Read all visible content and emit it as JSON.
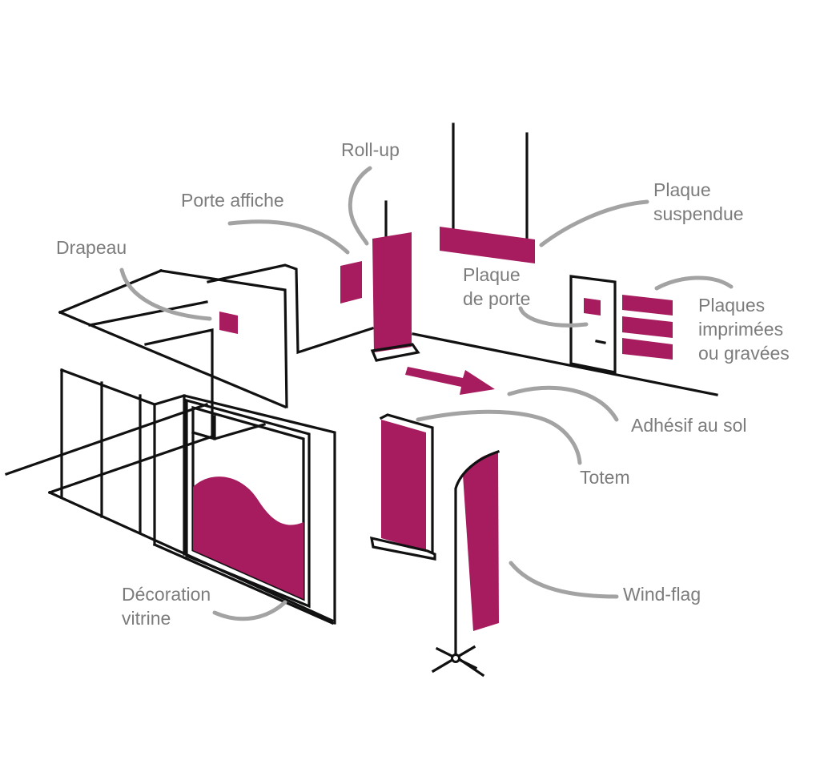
{
  "colors": {
    "accent": "#a61c5e",
    "line": "#111111",
    "leader": "#a3a3a3",
    "label": "#7c7c7c",
    "background": "#ffffff"
  },
  "labels": {
    "roll_up": "Roll-up",
    "porte_affiche": "Porte affiche",
    "drapeau": "Drapeau",
    "plaque_suspendue": [
      "Plaque",
      "suspendue"
    ],
    "plaque_de_porte": [
      "Plaque",
      "de porte"
    ],
    "plaques_imprimees": [
      "Plaques",
      "imprimées",
      "ou gravées"
    ],
    "adhesif_au_sol": "Adhésif au sol",
    "totem": "Totem",
    "wind_flag": "Wind-flag",
    "decoration_vitrine": [
      "Décoration",
      "vitrine"
    ]
  }
}
